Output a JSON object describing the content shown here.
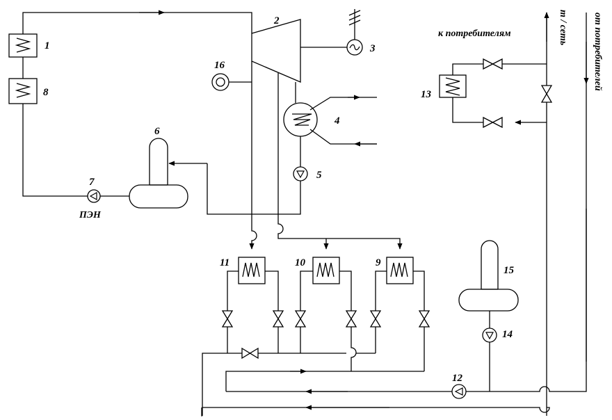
{
  "labels": {
    "superheater": "1",
    "turbine": "2",
    "generator": "3",
    "condenser": "4",
    "condensate_pump": "5",
    "deaerator": "6",
    "feed_pump": "7",
    "reheater": "8",
    "heater_9": "9",
    "heater_10": "10",
    "heater_11": "11",
    "network_pump": "12",
    "network_heater": "13",
    "makeup_pump": "14",
    "makeup_deaerator": "15",
    "regulator": "16"
  },
  "captions": {
    "feed_pump": "ПЭН",
    "to_consumers": "к потребителям",
    "heat_network": "т / сеть",
    "from_consumers": "от потребителей"
  }
}
